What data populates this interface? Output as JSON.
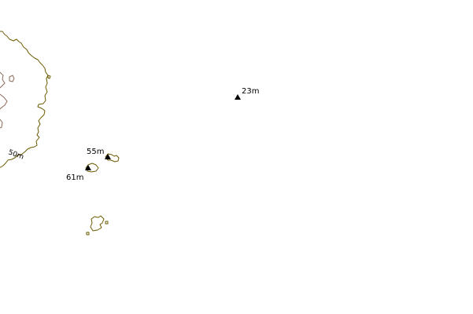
{
  "map": {
    "background_color": "#ffffff",
    "coastline_color": "#6b5a00",
    "contour_color": "#8b6a5a",
    "contour_label": "50m",
    "peaks": [
      {
        "id": "peak-23",
        "label": "23m"
      },
      {
        "id": "peak-55",
        "label": "55m"
      },
      {
        "id": "peak-61",
        "label": "61m"
      }
    ]
  }
}
